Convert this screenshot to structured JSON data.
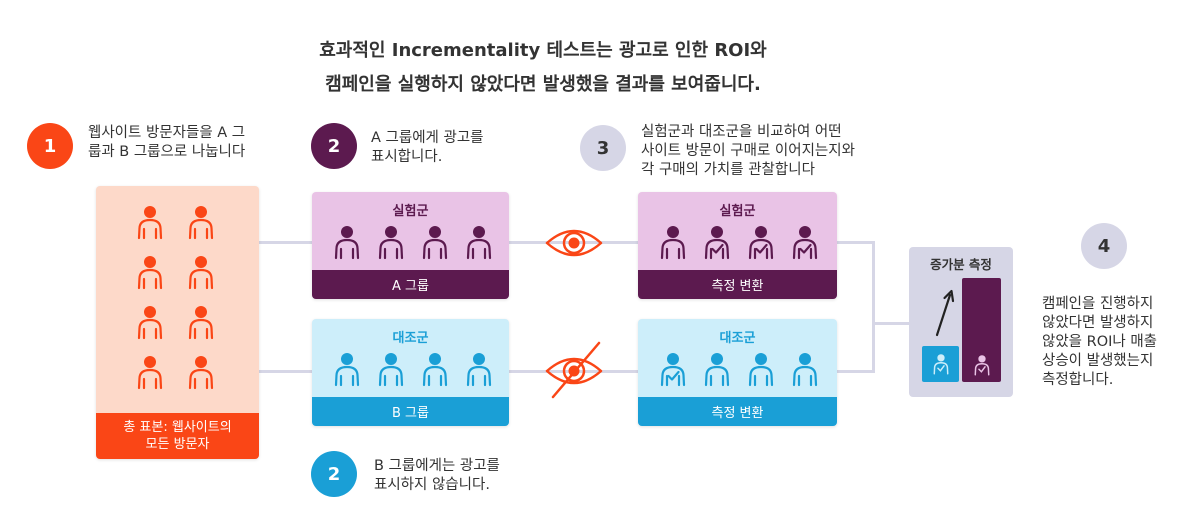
{
  "title": {
    "line1": "효과적인 Incrementality 테스트는 광고로 인한 ROI와",
    "line2": "캠페인을 실행하지 않았다면 발생했을 결과를 보여줍니다."
  },
  "steps": [
    {
      "number": "1",
      "text": "웹사이트 방문자들을 A 그\n룹과 B 그룹으로 나눕니다",
      "color": "#fa4616"
    },
    {
      "number": "2",
      "text": "A 그룹에게 광고를\n표시합니다.",
      "color": "#5c1a4f"
    },
    {
      "number": "2",
      "text": "B 그룹에게는 광고를\n표시하지 않습니다.",
      "color": "#1a9fd6"
    },
    {
      "number": "3",
      "text": "실험군과 대조군을 비교하여 어떤\n사이트 방문이 구매로 이어지는지와\n각 구매의 가치를 관찰합니다",
      "color": "#d6d6e6"
    },
    {
      "number": "4",
      "text": "캠페인을 진행하지\n않았다면 발생하지\n않았을 ROI나 매출\n상승이 발생했는지\n측정합니다.",
      "color": "#d6d6e6"
    }
  ],
  "sample": {
    "label": "총 표본: 웹사이트의\n모든 방문자"
  },
  "test_group": {
    "title": "실험군",
    "footer": "A 그룹"
  },
  "control_group": {
    "title": "대조군",
    "footer": "B 그룹"
  },
  "test_result": {
    "title": "실험군",
    "footer": "측정 변환"
  },
  "control_result": {
    "title": "대조군",
    "footer": "측정 변환"
  },
  "lift": {
    "title": "증가분 측정"
  },
  "icons": {
    "person": "person-icon",
    "person_converted": "person-check-icon",
    "eye": "eye-icon",
    "eye_slash": "eye-slash-icon",
    "arrow": "arrow-up-right-icon"
  },
  "colors": {
    "orange": "#fa4616",
    "purple": "#5c1a4f",
    "purple_light": "#e9c3e6",
    "blue": "#1a9fd6",
    "blue_light": "#cdeefa",
    "gray_circle": "#d6d6e6",
    "sample_bg": "#fdd9c9"
  }
}
